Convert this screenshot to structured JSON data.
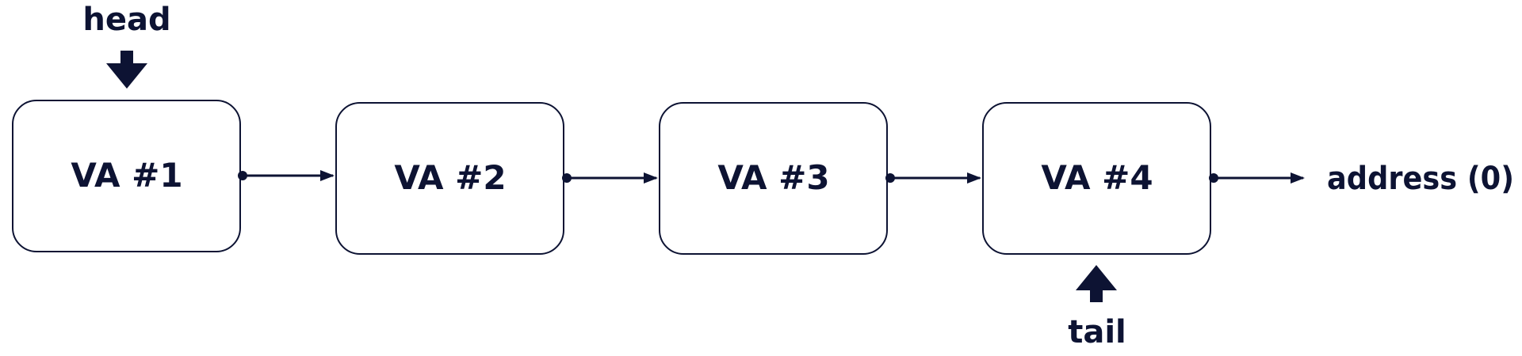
{
  "colors": {
    "ink": "#0d1333",
    "background": "#ffffff",
    "node_fill": "#ffffff"
  },
  "nodes": [
    {
      "label": "VA #1"
    },
    {
      "label": "VA #2"
    },
    {
      "label": "VA #3"
    },
    {
      "label": "VA #4"
    }
  ],
  "head_label": "head",
  "tail_label": "tail",
  "terminal_label": "address (0)",
  "icons": {
    "head_pointer": "arrow-down-icon",
    "tail_pointer": "arrow-up-icon",
    "link": "arrow-right-icon"
  }
}
